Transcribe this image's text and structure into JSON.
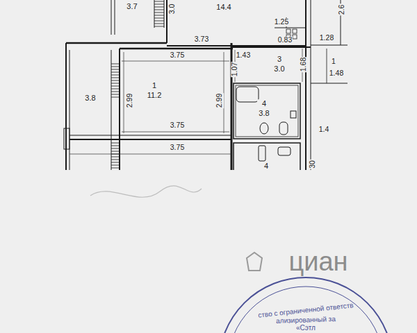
{
  "diagram": {
    "nodes": [
      {
        "text": [
          "3.7"
        ]
      },
      {
        "text": [
          "14.4"
        ]
      },
      {
        "text": [
          "1",
          "11.2"
        ]
      },
      {
        "text": [
          "3",
          "3.0"
        ]
      },
      {
        "text": [
          "3.8"
        ]
      },
      {
        "text": [
          "4",
          "3.8"
        ]
      },
      {
        "text": [
          "4"
        ]
      }
    ],
    "labels": [
      "3.0",
      "2.6",
      "1.25",
      "3.73",
      "0.83",
      "1.28",
      "3.75",
      "1.43",
      "1.07",
      "1.68",
      "1",
      "1.48",
      "2.99",
      "2.99",
      "1.4",
      "3.75",
      "3.75",
      "30",
      "циан",
      "ство с ограниченной ответств",
      "ализированный за",
      "«Сэтл"
    ]
  }
}
